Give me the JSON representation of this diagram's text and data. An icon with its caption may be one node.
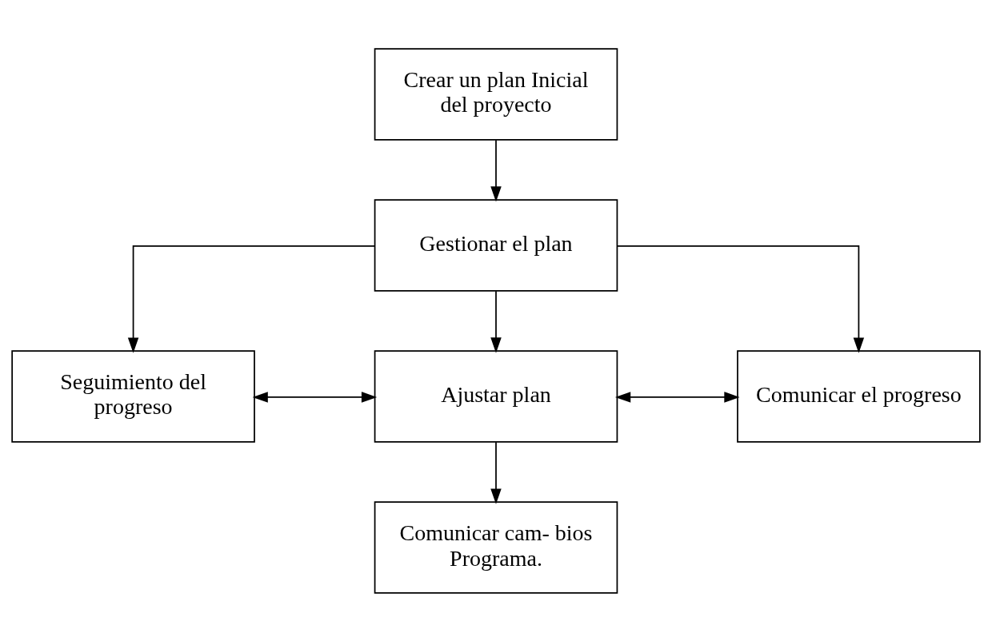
{
  "diagram": {
    "nodes": [
      {
        "text": [
          "Crear un plan Inicial del proyecto"
        ]
      },
      {
        "text": [
          "Gestionar el plan"
        ]
      },
      {
        "text": [
          "Seguimiento del progreso"
        ]
      },
      {
        "text": [
          "Ajustar plan"
        ]
      },
      {
        "text": [
          "Comunicar el progreso"
        ]
      },
      {
        "text": [
          "Comunicar cam- bios Programa."
        ]
      }
    ],
    "edges": [
      {
        "from": 0,
        "to": 1,
        "arrow": "to"
      },
      {
        "from": 1,
        "to": 2,
        "arrow": "to"
      },
      {
        "from": 1,
        "to": 3,
        "arrow": "to"
      },
      {
        "from": 1,
        "to": 4,
        "arrow": "to"
      },
      {
        "from": 2,
        "to": 3,
        "arrow": "both"
      },
      {
        "from": 3,
        "to": 4,
        "arrow": "both"
      },
      {
        "from": 3,
        "to": 5,
        "arrow": "to"
      }
    ]
  }
}
